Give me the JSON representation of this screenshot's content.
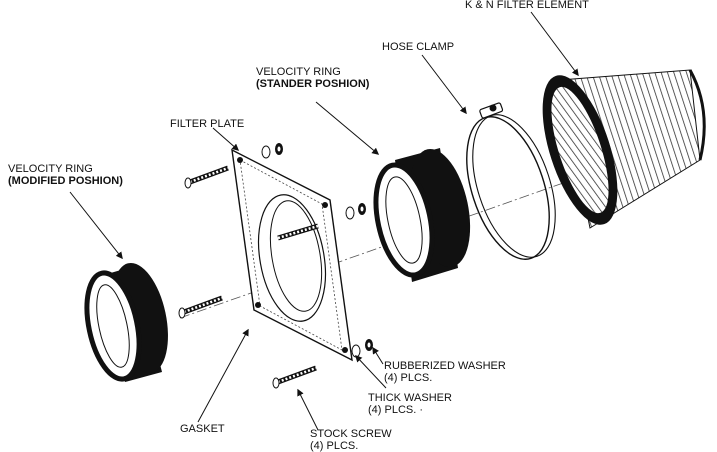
{
  "labels": {
    "kn_filter": "K & N FILTER ELEMENT",
    "hose_clamp": "HOSE CLAMP",
    "velocity_std_1": "VELOCITY RING",
    "velocity_std_2": "(STANDER POSHION)",
    "filter_plate": "FILTER PLATE",
    "velocity_mod_1": "VELOCITY RING",
    "velocity_mod_2": "(MODIFIED POSHION)",
    "rubber_washer_1": "RUBBERIZED WASHER",
    "rubber_washer_2": "(4) PLCS.",
    "thick_washer_1": "THICK WASHER",
    "thick_washer_2": "(4) PLCS.  ·",
    "gasket": "GASKET",
    "stock_screw_1": "STOCK SCREW",
    "stock_screw_2": "(4) PLCS."
  },
  "colors": {
    "ink": "#111111",
    "background": "#ffffff"
  }
}
